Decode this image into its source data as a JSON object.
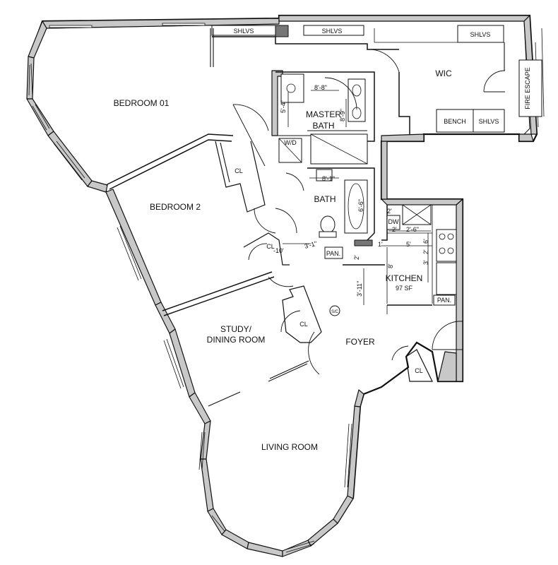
{
  "rooms": {
    "bedroom_01": "BEDROOM 01",
    "bedroom_2": "BEDROOM 2",
    "master_bath_line1": "MASTER",
    "master_bath_line2": "BATH",
    "bath": "BATH",
    "wic": "WIC",
    "kitchen": "KITCHEN",
    "kitchen_area": "97 SF",
    "study_line1": "STUDY/",
    "study_line2": "DINING ROOM",
    "foyer": "FOYER",
    "living_room": "LIVING ROOM"
  },
  "fixtures": {
    "shelves_1": "SHLVS",
    "shelves_2": "SHLVS",
    "shelves_3": "SHLVS",
    "shelves_4": "SHLVS",
    "bench": "BENCH",
    "fire_escape": "FIRE ESCAPE",
    "closet_bedroom2": "CL",
    "closet_hall": "CL",
    "closet_study": "CL",
    "closet_foyer": "CL",
    "washer_dryer": "W/D",
    "dishwasher": "DW",
    "pantry_bath": "PAN.",
    "pantry_kitchen": "PAN.",
    "smoke_detector": "S/C"
  },
  "dimensions": {
    "mb_width": "8'-8\"",
    "mb_depth": "5'-4\"",
    "mb_vanity": "8'-9\"",
    "bath_vanity": "8'-1\"",
    "bath_tub": "6'-6\"",
    "hall_width": "3'-1\"",
    "hall_closet": "-10'",
    "kitchen_2a": "2'",
    "kitchen_2b": "2'",
    "kitchen_26": "2'-6\"",
    "kitchen_1": "1'",
    "kitchen_5": "5'",
    "kitchen_6": "6'",
    "kitchen_8": "8'",
    "kitchen_2c": "2'",
    "kitchen_3": "3'",
    "kitchen_311": "3'-11\"",
    "kitchen_2d": "2'"
  }
}
